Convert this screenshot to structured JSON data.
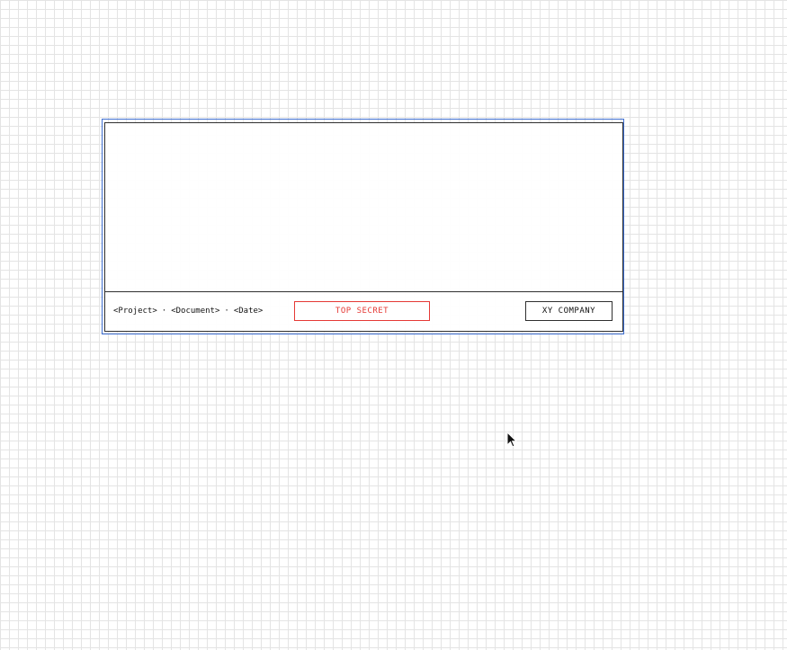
{
  "footer": {
    "project": "<Project>",
    "separator_1": "·",
    "document": "<Document>",
    "separator_2": "·",
    "date": "<Date>",
    "classification": "TOP SECRET",
    "company": "XY COMPANY"
  },
  "colors": {
    "classification": "#e53935",
    "selection": "#3f6fd1",
    "frame": "#2f2f2f",
    "grid": "#e4e4e4"
  },
  "icons": {
    "cursor": "mouse-pointer-icon"
  }
}
